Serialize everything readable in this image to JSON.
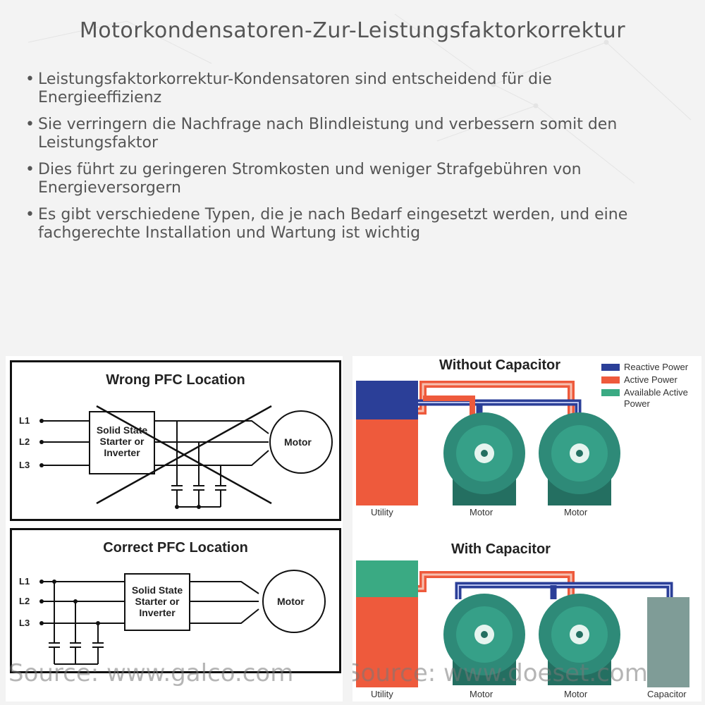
{
  "title": "Motorkondensatoren-Zur-Leistungsfaktorkorrektur",
  "bullets": [
    "Leistungsfaktorkorrektur-Kondensatoren sind entscheidend für die Energieeffizienz",
    "Sie verringern die Nachfrage nach Blindleistung und verbessern somit den Leistungsfaktor",
    "Dies führt zu geringeren Stromkosten und weniger Strafgebühren von Energieversorgern",
    "Es gibt verschiedene Typen, die je nach Bedarf eingesetzt werden, und eine fachgerechte Installation und Wartung ist wichtig"
  ],
  "left_figure": {
    "wrong": {
      "title": "Wrong PFC Location",
      "lines": [
        "L1",
        "L2",
        "L3"
      ],
      "box_text": [
        "Solid State",
        "Starter or",
        "Inverter"
      ],
      "motor": "Motor"
    },
    "correct": {
      "title": "Correct PFC Location",
      "lines": [
        "L1",
        "L2",
        "L3"
      ],
      "box_text": [
        "Solid State",
        "Starter or",
        "Inverter"
      ],
      "motor": "Motor"
    },
    "source": "Source: www.galco.com"
  },
  "right_figure": {
    "without": {
      "title": "Without Capacitor",
      "labels": [
        "Utility",
        "Motor",
        "Motor"
      ]
    },
    "with": {
      "title": "With Capacitor",
      "labels": [
        "Utility",
        "Motor",
        "Motor",
        "Capacitor"
      ]
    },
    "legend": [
      {
        "label": "Reactive Power",
        "color": "#2b3f98"
      },
      {
        "label": "Active Power",
        "color": "#ee5a3c"
      },
      {
        "label": "Available Active Power",
        "color": "#3aaa83"
      }
    ],
    "source": "Source: www.doeset.com"
  },
  "colors": {
    "reactive": "#2b3f98",
    "active": "#ee5a3c",
    "available": "#3aaa83",
    "motor": "#2e8a78",
    "capacitor": "#7f9c97"
  }
}
